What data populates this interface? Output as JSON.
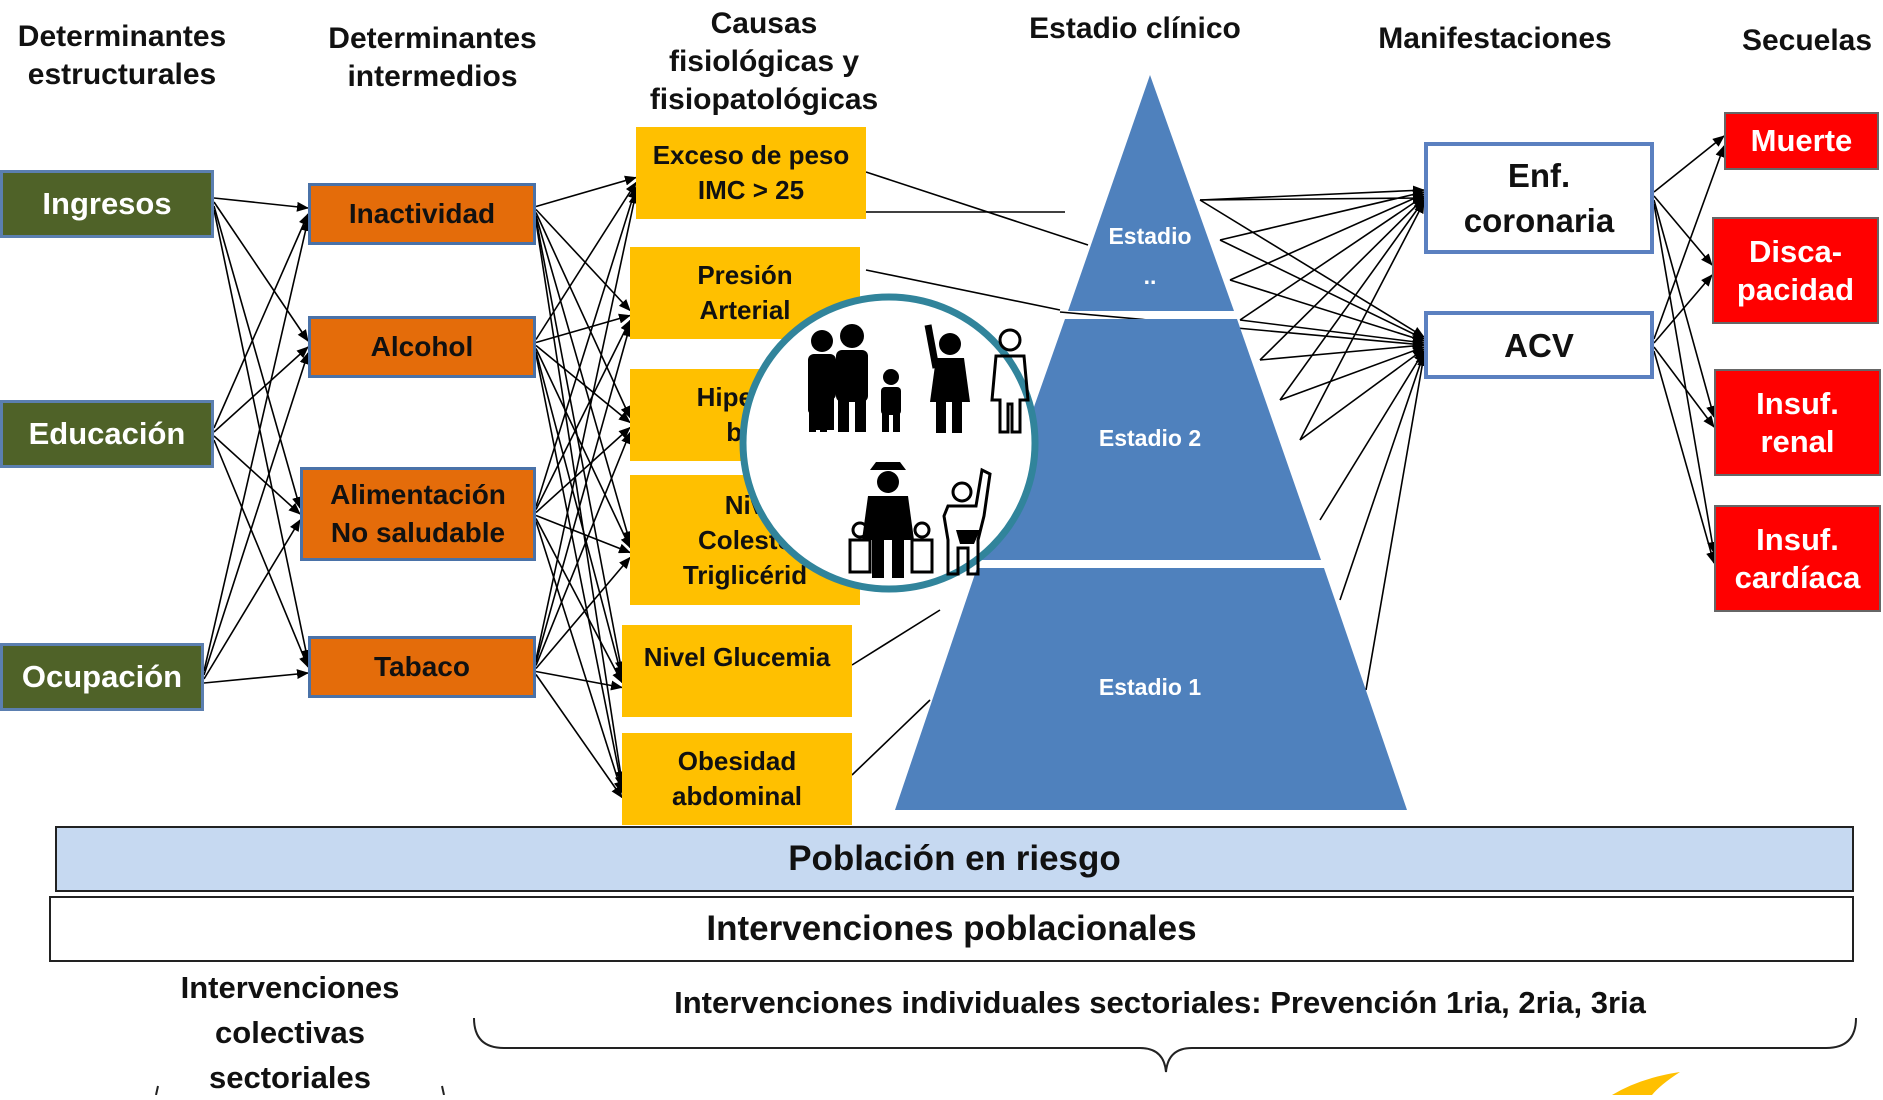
{
  "headers": {
    "structural": "Determinantes\nestructurales",
    "intermediate": "Determinantes\nintermedios",
    "causes": "Causas\nfisiológicas y\nfisiopatológicas",
    "clinical_stage": "Estadio clínico",
    "manifestations": "Manifestaciones",
    "sequelae": "Secuelas"
  },
  "structural": [
    "Ingresos",
    "Educación",
    "Ocupación"
  ],
  "intermediate": [
    "Inactividad",
    "Alcohol",
    "Alimentación\nNo saludable",
    "Tabaco"
  ],
  "causes": [
    "Exceso de peso\nIMC > 25",
    "Presión\nArterial",
    "Hiperco\nbili",
    "Niv\nColeste\nTriglicérid",
    "Nivel Glucemia",
    "Obesidad\nabdominal"
  ],
  "stages": [
    "Estadio\n..",
    "Estadio 2",
    "Estadio 1"
  ],
  "manifestations": [
    "Enf.\ncoronaria",
    "ACV"
  ],
  "sequelae": [
    "Muerte",
    "Disca-\npacidad",
    "Insuf.\nrenal",
    "Insuf.\ncardíaca"
  ],
  "bands": {
    "risk_population": "Población en riesgo",
    "population_interventions": "Intervenciones poblacionales"
  },
  "bottom": {
    "collective": "Intervenciones\ncolectivas\nsectoriales",
    "individual": "Intervenciones individuales sectoriales: Prevención 1ria, 2ria, 3ria"
  },
  "icons": [
    "family-icon",
    "adult-child-icon",
    "grandfather-grandchildren-icon",
    "waving-person-icon"
  ],
  "colors": {
    "structural": "#4f6228",
    "intermediate": "#e46c0a",
    "causes": "#ffc000",
    "pyramid": "#4f81bd",
    "sequelae": "#ff0000",
    "risk_band": "#c6d9f1",
    "circle_border": "#31849b"
  }
}
